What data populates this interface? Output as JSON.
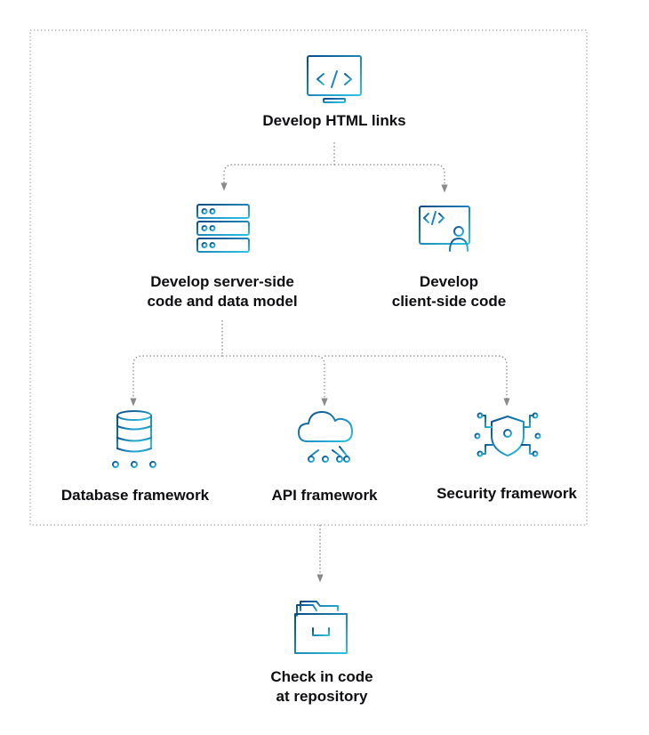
{
  "diagram": {
    "nodes": {
      "html_links": {
        "label": "Develop HTML links",
        "icon": "code-monitor-icon"
      },
      "server_side": {
        "line1": "Develop server-side",
        "line2": "code and data model",
        "icon": "server-rack-icon"
      },
      "client_side": {
        "line1": "Develop",
        "line2": "client-side code",
        "icon": "code-user-screen-icon"
      },
      "database": {
        "label": "Database framework",
        "icon": "database-icon"
      },
      "api": {
        "label": "API framework",
        "icon": "cloud-network-icon"
      },
      "security": {
        "label": "Security framework",
        "icon": "shield-lock-icon"
      },
      "repository": {
        "line1": "Check in code",
        "line2": "at repository",
        "icon": "folder-icon"
      }
    },
    "edges": [
      [
        "html_links",
        "server_side"
      ],
      [
        "html_links",
        "client_side"
      ],
      [
        "server_side",
        "database"
      ],
      [
        "server_side",
        "api"
      ],
      [
        "server_side",
        "security"
      ],
      [
        "group",
        "repository"
      ]
    ],
    "colors": {
      "icon_gradient_start": "#0a4a8a",
      "icon_gradient_end": "#2ec3e6",
      "connector": "#8a8a8a",
      "group_border": "#9a9a9a",
      "text": "#0e0e12"
    }
  }
}
